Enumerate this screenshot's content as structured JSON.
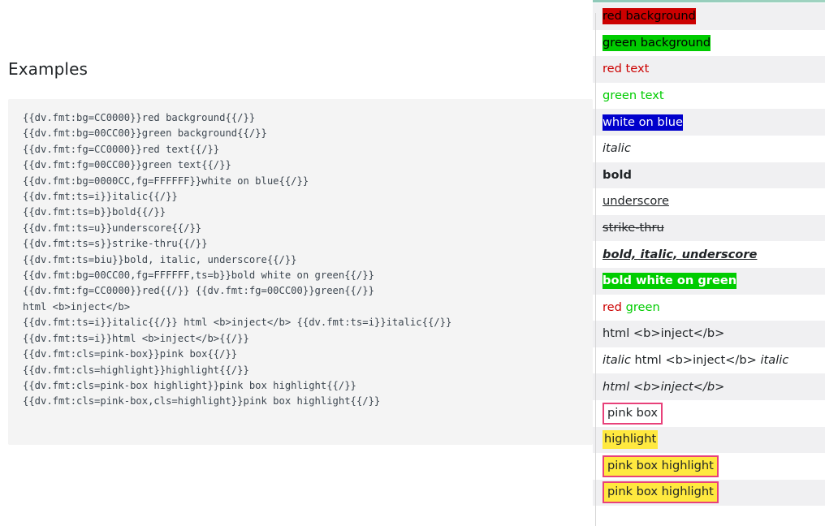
{
  "document": {
    "heading": "Examples",
    "code_lines": [
      "{{dv.fmt:bg=CC0000}}red background{{/}}",
      "{{dv.fmt:bg=00CC00}}green background{{/}}",
      "{{dv.fmt:fg=CC0000}}red text{{/}}",
      "{{dv.fmt:fg=00CC00}}green text{{/}}",
      "{{dv.fmt:bg=0000CC,fg=FFFFFF}}white on blue{{/}}",
      "{{dv.fmt:ts=i}}italic{{/}}",
      "{{dv.fmt:ts=b}}bold{{/}}",
      "{{dv.fmt:ts=u}}underscore{{/}}",
      "{{dv.fmt:ts=s}}strike-thru{{/}}",
      "{{dv.fmt:ts=biu}}bold, italic, underscore{{/}}",
      "{{dv.fmt:bg=00CC00,fg=FFFFFF,ts=b}}bold white on green{{/}}",
      "{{dv.fmt:fg=CC0000}}red{{/}} {{dv.fmt:fg=00CC00}}green{{/}}",
      "html <b>inject</b>",
      "{{dv.fmt:ts=i}}italic{{/}} html <b>inject</b> {{dv.fmt:ts=i}}italic{{/}}",
      "{{dv.fmt:ts=i}}html <b>inject</b>{{/}}",
      "{{dv.fmt:cls=pink-box}}pink box{{/}}",
      "{{dv.fmt:cls=highlight}}highlight{{/}}",
      "{{dv.fmt:cls=pink-box highlight}}pink box highlight{{/}}",
      "{{dv.fmt:cls=pink-box,cls=highlight}}pink box highlight{{/}}"
    ]
  },
  "results": {
    "rows": [
      {
        "text": "red background",
        "style": "bg-red"
      },
      {
        "text": "green background",
        "style": "bg-green"
      },
      {
        "text": "red text",
        "style": "fg-red"
      },
      {
        "text": "green text",
        "style": "fg-green"
      },
      {
        "text": "white on blue",
        "style": "blue-white"
      },
      {
        "text": "italic",
        "style": "i"
      },
      {
        "text": "bold",
        "style": "b"
      },
      {
        "text": "underscore",
        "style": "u"
      },
      {
        "text": "strike-thru",
        "style": "s"
      },
      {
        "text": "bold, italic, underscore",
        "style": "biu"
      },
      {
        "text": "bold white on green",
        "style": "bold-white-green"
      },
      {
        "text": "red green",
        "style": "red-green-split",
        "parts": [
          {
            "text": "red",
            "style": "fg-red"
          },
          {
            "text": " ",
            "style": "plain"
          },
          {
            "text": "green",
            "style": "fg-green"
          }
        ]
      },
      {
        "text": "html <b>inject</b>",
        "style": "plain"
      },
      {
        "text": "italic html <b>inject</b> italic",
        "style": "italic-inject-split",
        "parts": [
          {
            "text": "italic",
            "style": "i"
          },
          {
            "text": " html <b>inject</b> ",
            "style": "plain"
          },
          {
            "text": "italic",
            "style": "i"
          }
        ]
      },
      {
        "text": "html <b>inject</b>",
        "style": "i"
      },
      {
        "text": "pink box",
        "style": "pink-box"
      },
      {
        "text": "highlight",
        "style": "highlight"
      },
      {
        "text": "pink box highlight",
        "style": "pink-box-highlight"
      },
      {
        "text": "pink box highlight",
        "style": "pink-box-highlight"
      }
    ]
  },
  "colors": {
    "bg_red": "#CC0000",
    "bg_green": "#00CC00",
    "fg_red": "#CC0000",
    "fg_green": "#00CC00",
    "blue": "#0000CC",
    "white": "#FFFFFF",
    "pink_box_border": "#E8417A",
    "highlight_yellow": "#FFE93F",
    "code_background": "#F4F4F4",
    "stripe": "#F0F0F2",
    "top_rule": "#8FC9B9"
  }
}
